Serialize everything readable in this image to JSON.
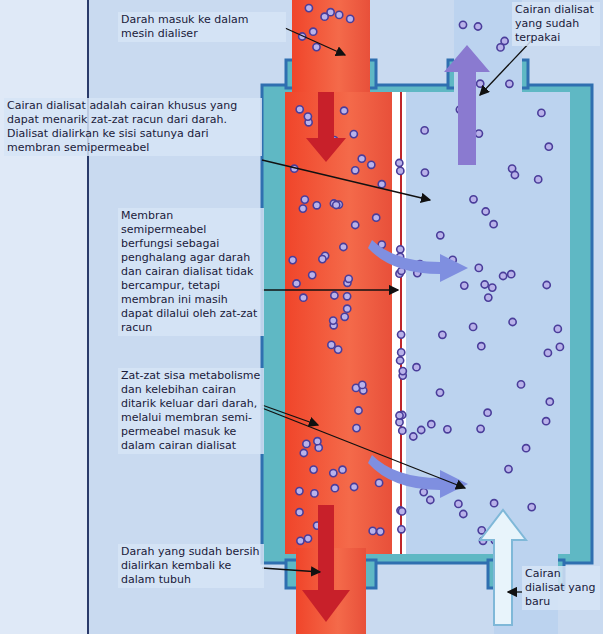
{
  "diagram": {
    "labels": [
      "Darah masuk ke dalam mesin dialiser",
      "Cairan dialisat yang sudah terpakai",
      "Cairan dialisat adalah cairan khusus yang dapat menarik zat-zat racun dari darah. Dialisat dialirkan ke sisi satunya dari membran semipermeabel",
      "Membran semipermeabel berfungsi sebagai penghalang agar darah dan cairan dialisat tidak bercampur, tetapi membran ini masih dapat dilalui oleh zat-zat racun",
      "Zat-zat sisa metabolisme dan kelebihan cairan ditarik keluar dari darah, melalui membran semi-permeabel masuk ke dalam cairan dialisat",
      "Darah yang sudah bersih dialirkan kembali ke dalam tubuh",
      "Cairan dialisat yang baru"
    ]
  }
}
